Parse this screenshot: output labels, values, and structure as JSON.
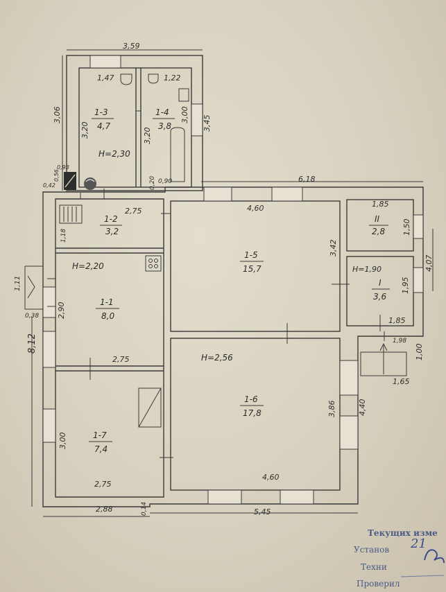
{
  "dims": {
    "overall_top": "3,59",
    "wc_w": "1,47",
    "bath_w": "1,22",
    "wc_h": "3,20",
    "bath_h": "3,20",
    "left_side": "3,06",
    "bath_side": "3,45",
    "bath_inner": "3,00",
    "d056": "0,56",
    "d093": "0,93",
    "d042": "0,42",
    "d020": "0,20",
    "d090": "0,90",
    "top_right": "6,18",
    "k12_w": "2,75",
    "k12_h": "1,18",
    "r15_w": "4,60",
    "r15_h": "3,42",
    "rII_w": "1,85",
    "rII_h": "1,50",
    "right_total": "4,07",
    "rI_h": "1,95",
    "rI_w": "1,85",
    "porch_w": "1,98",
    "porch_d": "1,00",
    "porch_b": "1,65",
    "entry": "1,11",
    "d038": "0,38",
    "r11_h": "2,90",
    "left_total": "8,12",
    "r11_w": "2,75",
    "r17_h": "3,00",
    "r17_w": "2,75",
    "bottom_left": "2,88",
    "d014": "0,14",
    "r16_w": "4,60",
    "bottom_total": "5,45",
    "r16_h": "3,86",
    "r16_side": "4,40"
  },
  "heights": {
    "h_wc": "H=2,30",
    "h_left": "H=2,20",
    "h_main": "H=2,56",
    "h_right": "H=1,90"
  },
  "rooms": [
    {
      "id": "1-3",
      "area": "4,7"
    },
    {
      "id": "1-4",
      "area": "3,8"
    },
    {
      "id": "1-2",
      "area": "3,2"
    },
    {
      "id": "1-5",
      "area": "15,7"
    },
    {
      "id": "II",
      "area": "2,8"
    },
    {
      "id": "I",
      "area": "3,6"
    },
    {
      "id": "1-1",
      "area": "8,0"
    },
    {
      "id": "1-6",
      "area": "17,8"
    },
    {
      "id": "1-7",
      "area": "7,4"
    }
  ],
  "stamp": {
    "line1": "Текущих изме",
    "line2": "Установ",
    "line3": "Техни",
    "line4": "Проверил",
    "handwritten": "21"
  }
}
